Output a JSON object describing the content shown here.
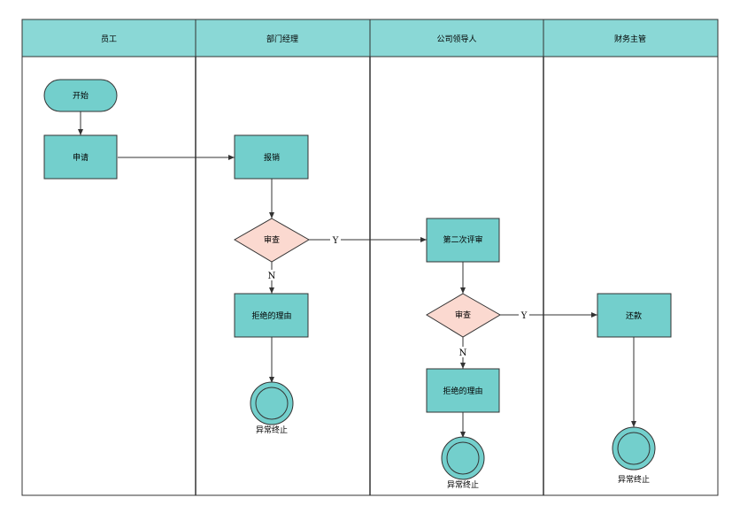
{
  "lanes": [
    {
      "label": "员工"
    },
    {
      "label": "部门经理"
    },
    {
      "label": "公司领导人"
    },
    {
      "label": "财务主管"
    }
  ],
  "nodes": {
    "start": "开始",
    "apply": "申请",
    "reimburse": "报销",
    "review1": "审查",
    "reject1": "拒绝的理由",
    "end1": "异常终止",
    "second_review": "第二次评审",
    "review2": "审查",
    "reject2": "拒绝的理由",
    "end2": "异常终止",
    "repay": "还款",
    "end3": "异常终止"
  },
  "edge_labels": {
    "review1_yes": "Y",
    "review1_no": "N",
    "review2_yes": "Y",
    "review2_no": "N"
  },
  "colors": {
    "header_fill": "#8ad8d6",
    "node_fill": "#73cfcc",
    "decision_fill": "#fbd9d0",
    "stroke": "#333333"
  }
}
